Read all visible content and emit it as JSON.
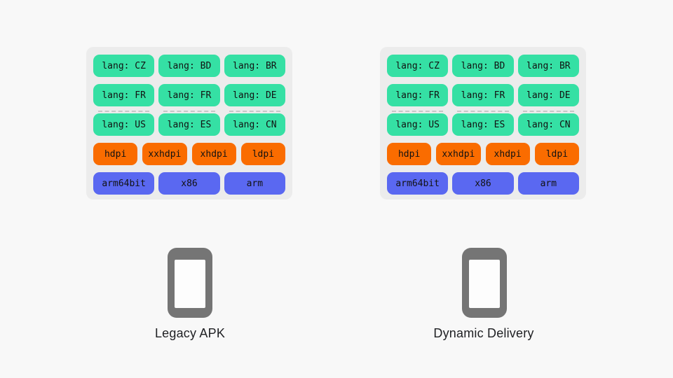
{
  "colors": {
    "page_bg": "#f8f8f8",
    "panel_bg": "#ececec",
    "lang_chip_green": "#35e0a4",
    "density_chip_orange": "#fa6c00",
    "abi_chip_blue": "#5a68f1",
    "chip_text": "#121212",
    "phone_gray": "#757575",
    "caption_text": "#202124"
  },
  "panels": [
    {
      "caption": "Legacy APK",
      "rows": [
        {
          "kind": "lang",
          "chips": [
            "lang: CZ",
            "lang: BD",
            "lang: BR"
          ]
        },
        {
          "kind": "lang",
          "chips": [
            "lang: FR",
            "lang: FR",
            "lang: DE"
          ]
        },
        {
          "kind": "lang",
          "chips": [
            "lang: US",
            "lang: ES",
            "lang: CN"
          ]
        },
        {
          "kind": "density",
          "chips": [
            "hdpi",
            "xxhdpi",
            "xhdpi",
            "ldpi"
          ]
        },
        {
          "kind": "abi",
          "chips": [
            "arm64bit",
            "x86",
            "arm"
          ]
        }
      ]
    },
    {
      "caption": "Dynamic Delivery",
      "rows": [
        {
          "kind": "lang",
          "chips": [
            "lang: CZ",
            "lang: BD",
            "lang: BR"
          ]
        },
        {
          "kind": "lang",
          "chips": [
            "lang: FR",
            "lang: FR",
            "lang: DE"
          ]
        },
        {
          "kind": "lang",
          "chips": [
            "lang: US",
            "lang: ES",
            "lang: CN"
          ]
        },
        {
          "kind": "density",
          "chips": [
            "hdpi",
            "xxhdpi",
            "xhdpi",
            "ldpi"
          ]
        },
        {
          "kind": "abi",
          "chips": [
            "arm64bit",
            "x86",
            "arm"
          ]
        }
      ]
    }
  ]
}
